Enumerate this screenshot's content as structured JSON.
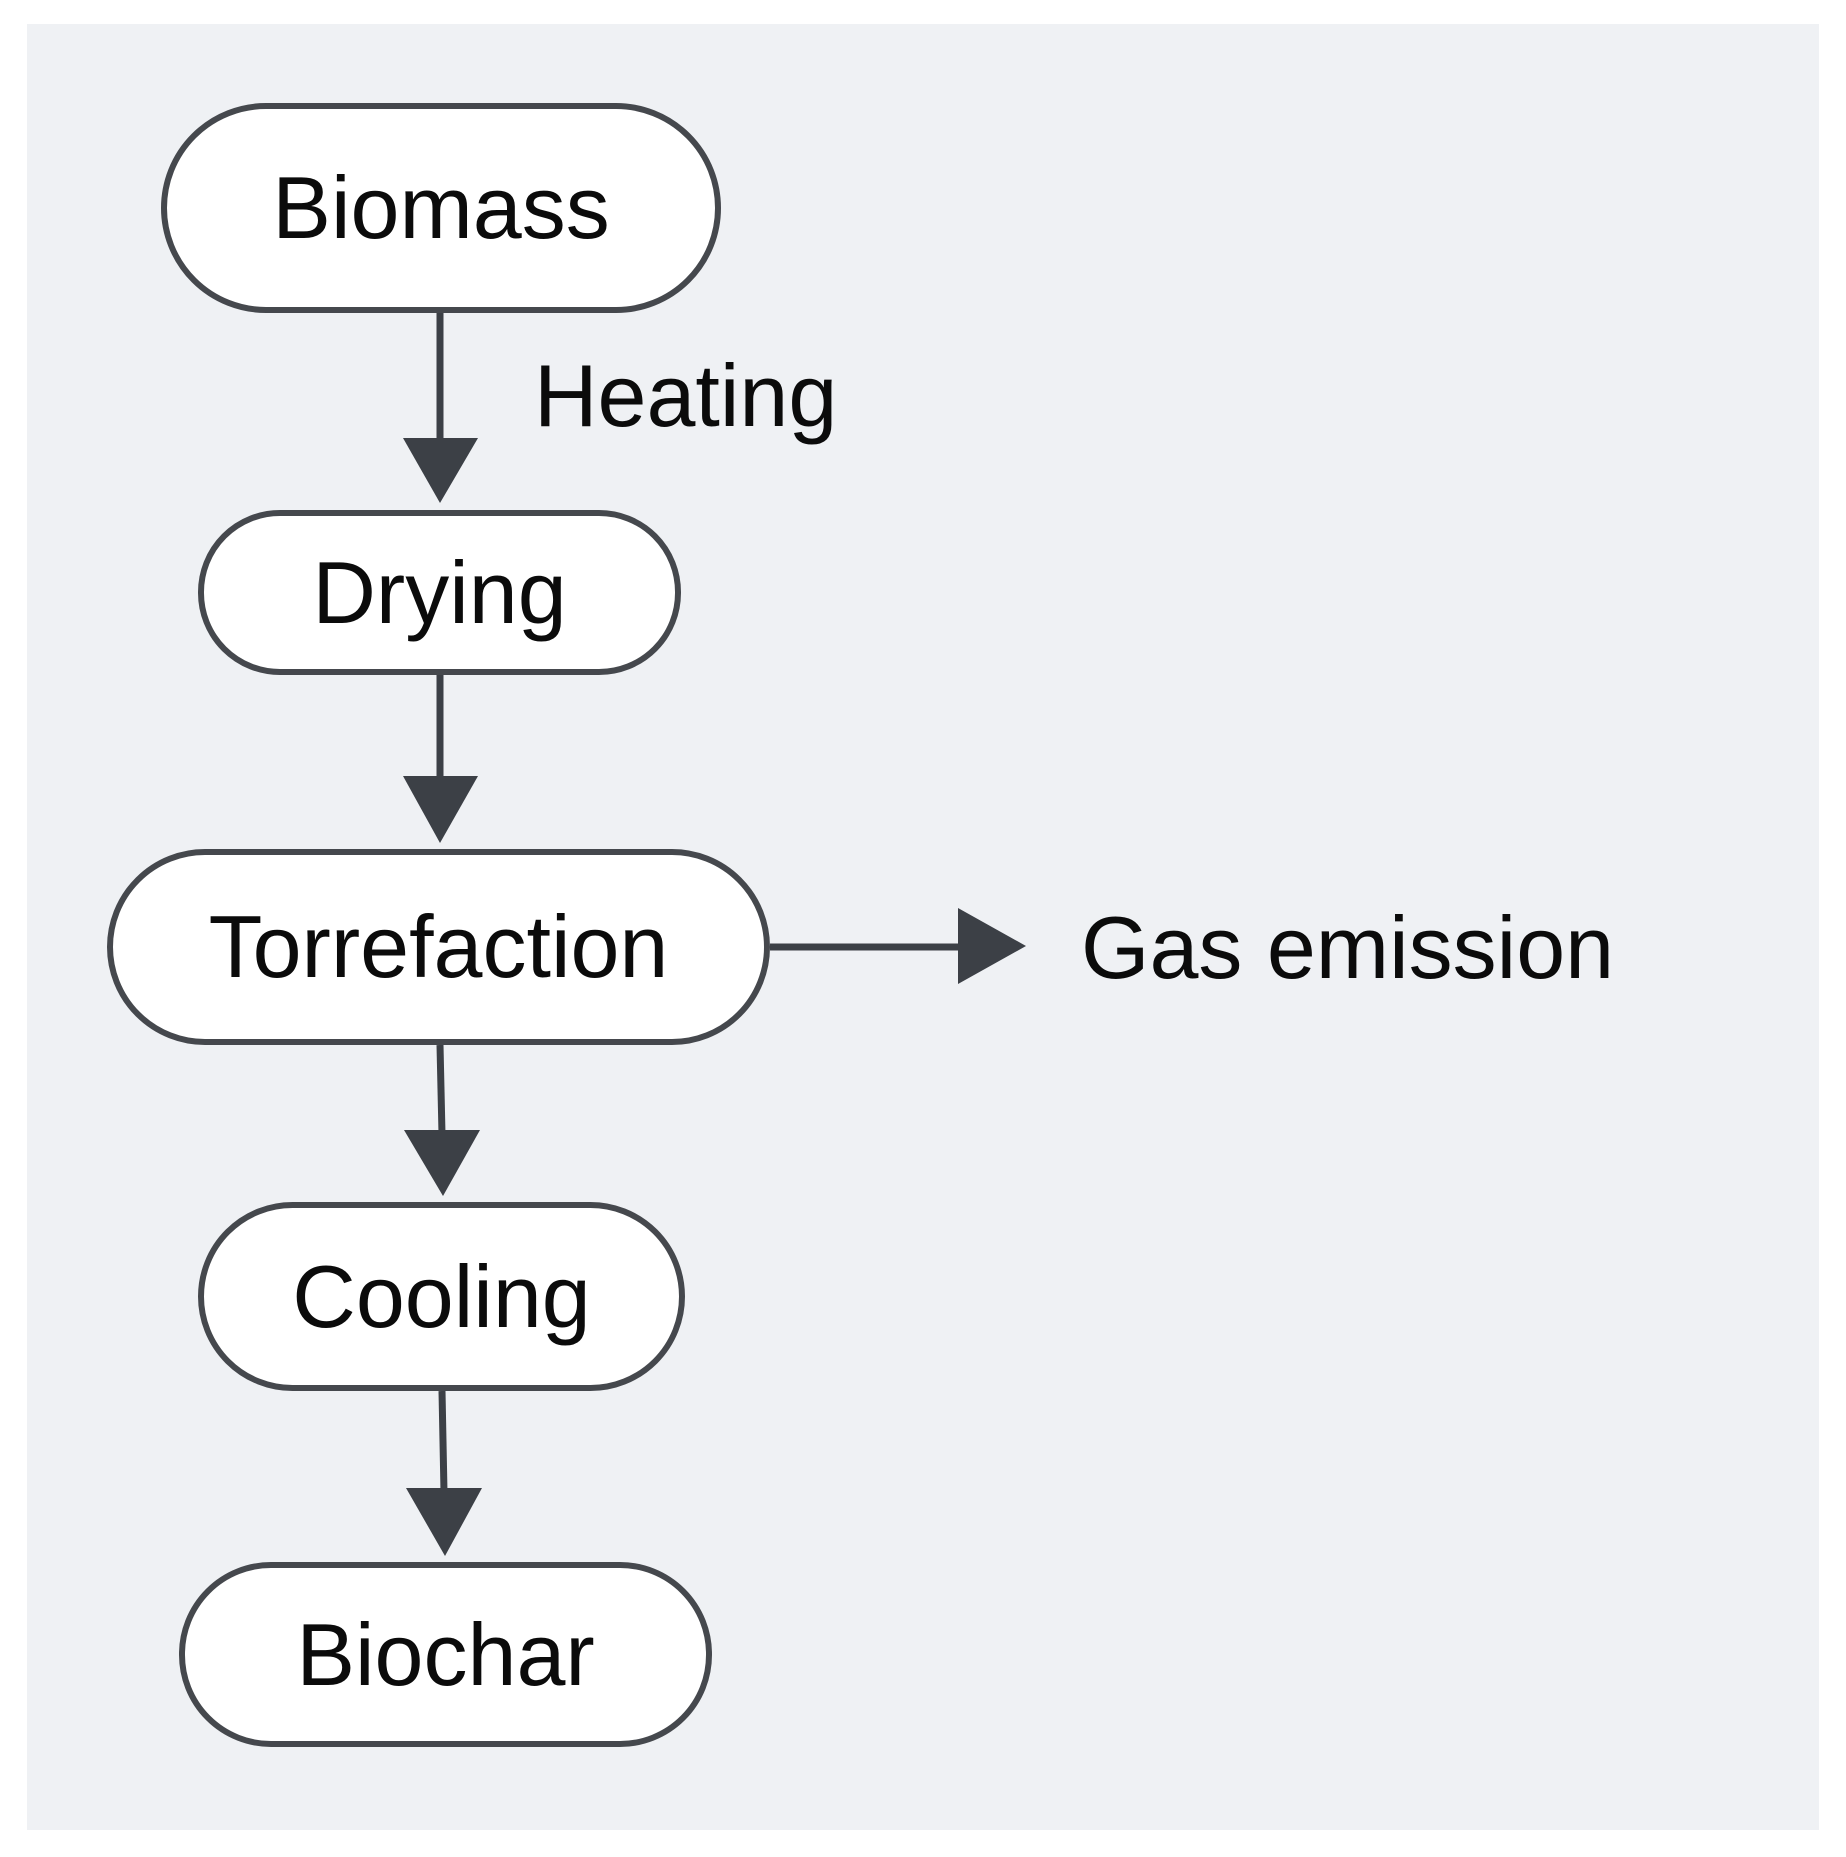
{
  "diagram": {
    "nodes": [
      {
        "id": "biomass",
        "label": "Biomass"
      },
      {
        "id": "drying",
        "label": "Drying"
      },
      {
        "id": "torrefaction",
        "label": "Torrefaction"
      },
      {
        "id": "cooling",
        "label": "Cooling"
      },
      {
        "id": "biochar",
        "label": "Biochar"
      }
    ],
    "edges": [
      {
        "from": "biomass",
        "to": "drying",
        "label": "Heating"
      },
      {
        "from": "drying",
        "to": "torrefaction"
      },
      {
        "from": "torrefaction",
        "to": "gas_emission"
      },
      {
        "from": "torrefaction",
        "to": "cooling"
      },
      {
        "from": "cooling",
        "to": "biochar"
      }
    ],
    "outputs": [
      {
        "id": "gas_emission",
        "label": "Gas emission"
      }
    ]
  },
  "colors": {
    "background": "#eff1f4",
    "node_border": "#45484d",
    "arrow": "#3c4046",
    "text": "#0b0b0b"
  }
}
